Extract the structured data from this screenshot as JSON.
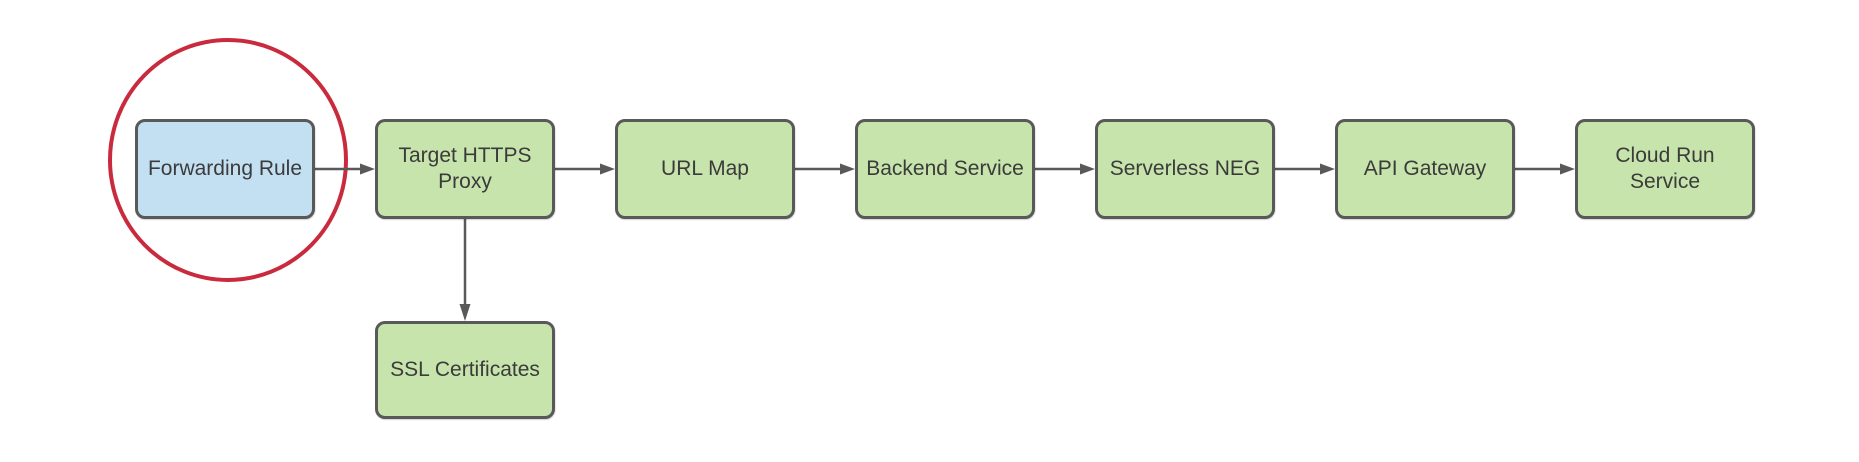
{
  "diagram": {
    "type": "flowchart",
    "background": "#ffffff",
    "colors": {
      "node_green_fill": "#c6e4ab",
      "node_blue_fill": "#c3e0f2",
      "node_border": "#595959",
      "arrow": "#595959",
      "text": "#3b3b3b",
      "highlight_circle": "#ca2a3e"
    },
    "nodes": [
      {
        "id": "forwarding-rule",
        "label": "Forwarding Rule",
        "fill": "blue",
        "shape": "rounded-rectangle",
        "annotation": "red-ellipse-highlight"
      },
      {
        "id": "target-https-proxy",
        "label": "Target HTTPS\nProxy",
        "fill": "green",
        "shape": "rounded-rectangle"
      },
      {
        "id": "url-map",
        "label": "URL Map",
        "fill": "green",
        "shape": "rounded-rectangle"
      },
      {
        "id": "backend-service",
        "label": "Backend Service",
        "fill": "green",
        "shape": "rounded-rectangle"
      },
      {
        "id": "serverless-neg",
        "label": "Serverless NEG",
        "fill": "green",
        "shape": "rounded-rectangle"
      },
      {
        "id": "api-gateway",
        "label": "API Gateway",
        "fill": "green",
        "shape": "rounded-rectangle"
      },
      {
        "id": "cloud-run-service",
        "label": "Cloud Run\nService",
        "fill": "green",
        "shape": "rounded-rectangle"
      },
      {
        "id": "ssl-certificates",
        "label": "SSL Certificates",
        "fill": "green",
        "shape": "rounded-rectangle"
      }
    ],
    "edges": [
      {
        "from": "forwarding-rule",
        "to": "target-https-proxy",
        "direction": "right"
      },
      {
        "from": "target-https-proxy",
        "to": "url-map",
        "direction": "right"
      },
      {
        "from": "url-map",
        "to": "backend-service",
        "direction": "right"
      },
      {
        "from": "backend-service",
        "to": "serverless-neg",
        "direction": "right"
      },
      {
        "from": "serverless-neg",
        "to": "api-gateway",
        "direction": "right"
      },
      {
        "from": "api-gateway",
        "to": "cloud-run-service",
        "direction": "right"
      },
      {
        "from": "target-https-proxy",
        "to": "ssl-certificates",
        "direction": "down"
      }
    ],
    "annotations": [
      {
        "type": "ellipse",
        "around": "forwarding-rule",
        "stroke": "#ca2a3e"
      }
    ]
  }
}
